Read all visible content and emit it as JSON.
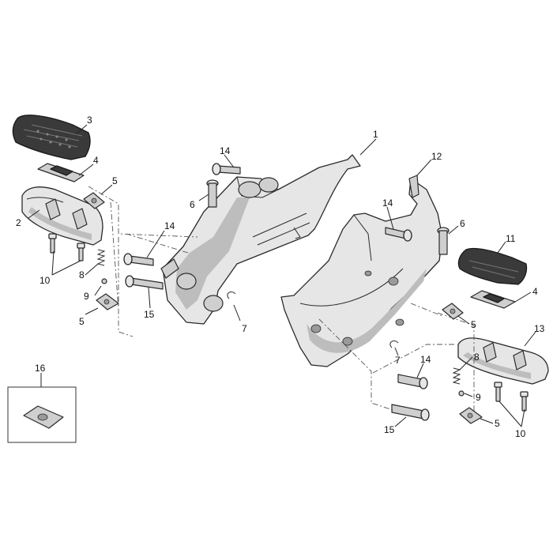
{
  "diagram": {
    "callouts": [
      {
        "id": "c1",
        "text": "1"
      },
      {
        "id": "c2",
        "text": "2"
      },
      {
        "id": "c3",
        "text": "3"
      },
      {
        "id": "c4a",
        "text": "4"
      },
      {
        "id": "c4b",
        "text": "4"
      },
      {
        "id": "c5a",
        "text": "5"
      },
      {
        "id": "c5b",
        "text": "5"
      },
      {
        "id": "c5c",
        "text": "5"
      },
      {
        "id": "c5d",
        "text": "5"
      },
      {
        "id": "c6a",
        "text": "6"
      },
      {
        "id": "c6b",
        "text": "6"
      },
      {
        "id": "c7a",
        "text": "7"
      },
      {
        "id": "c7b",
        "text": "7"
      },
      {
        "id": "c8a",
        "text": "8"
      },
      {
        "id": "c8b",
        "text": "8"
      },
      {
        "id": "c9a",
        "text": "9"
      },
      {
        "id": "c9b",
        "text": "9"
      },
      {
        "id": "c10a",
        "text": "10"
      },
      {
        "id": "c10b",
        "text": "10"
      },
      {
        "id": "c11",
        "text": "11"
      },
      {
        "id": "c12",
        "text": "12"
      },
      {
        "id": "c13",
        "text": "13"
      },
      {
        "id": "c14a",
        "text": "14"
      },
      {
        "id": "c14b",
        "text": "14"
      },
      {
        "id": "c14c",
        "text": "14"
      },
      {
        "id": "c14d",
        "text": "14"
      },
      {
        "id": "c15a",
        "text": "15"
      },
      {
        "id": "c15b",
        "text": "15"
      },
      {
        "id": "c16",
        "text": "16"
      }
    ]
  }
}
